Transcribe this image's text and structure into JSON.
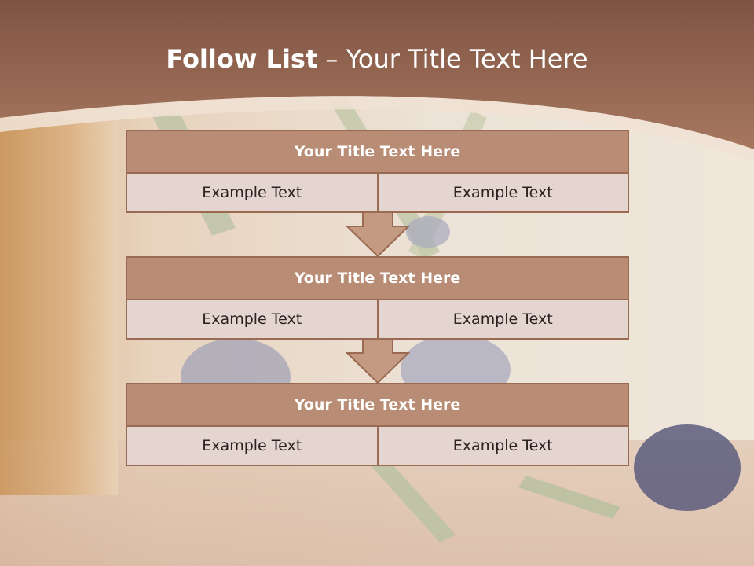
{
  "slide": {
    "title_lead": "Follow List",
    "title_rest": " – Your Title Text Here",
    "blocks": [
      {
        "title": "Your Title Text Here",
        "left": "Example Text",
        "right": "Example Text"
      },
      {
        "title": "Your Title Text Here",
        "left": "Example Text",
        "right": "Example Text"
      },
      {
        "title": "Your Title Text Here",
        "left": "Example Text",
        "right": "Example Text"
      }
    ]
  },
  "colors": {
    "header_band": "#8c5f4b",
    "block_header": "#b98d75",
    "block_cell": "#e5d5d1",
    "border": "#9a6a52"
  }
}
